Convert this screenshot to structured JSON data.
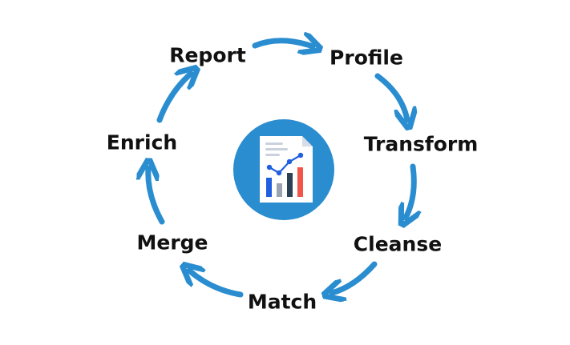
{
  "diagram": {
    "stages": [
      {
        "id": "report",
        "label": "Report"
      },
      {
        "id": "profile",
        "label": "Profile"
      },
      {
        "id": "transform",
        "label": "Transform"
      },
      {
        "id": "cleanse",
        "label": "Cleanse"
      },
      {
        "id": "match",
        "label": "Match"
      },
      {
        "id": "merge",
        "label": "Merge"
      },
      {
        "id": "enrich",
        "label": "Enrich"
      }
    ],
    "arrow_color": "#2a8dd0",
    "center_icon": "report-chart-icon",
    "center_circle_color": "#2a8dd0",
    "chart_bar_colors": [
      "#1f5fe0",
      "#9aa5b1",
      "#2b3f55",
      "#f2554a"
    ],
    "trend_line_color": "#1f5fe0"
  }
}
